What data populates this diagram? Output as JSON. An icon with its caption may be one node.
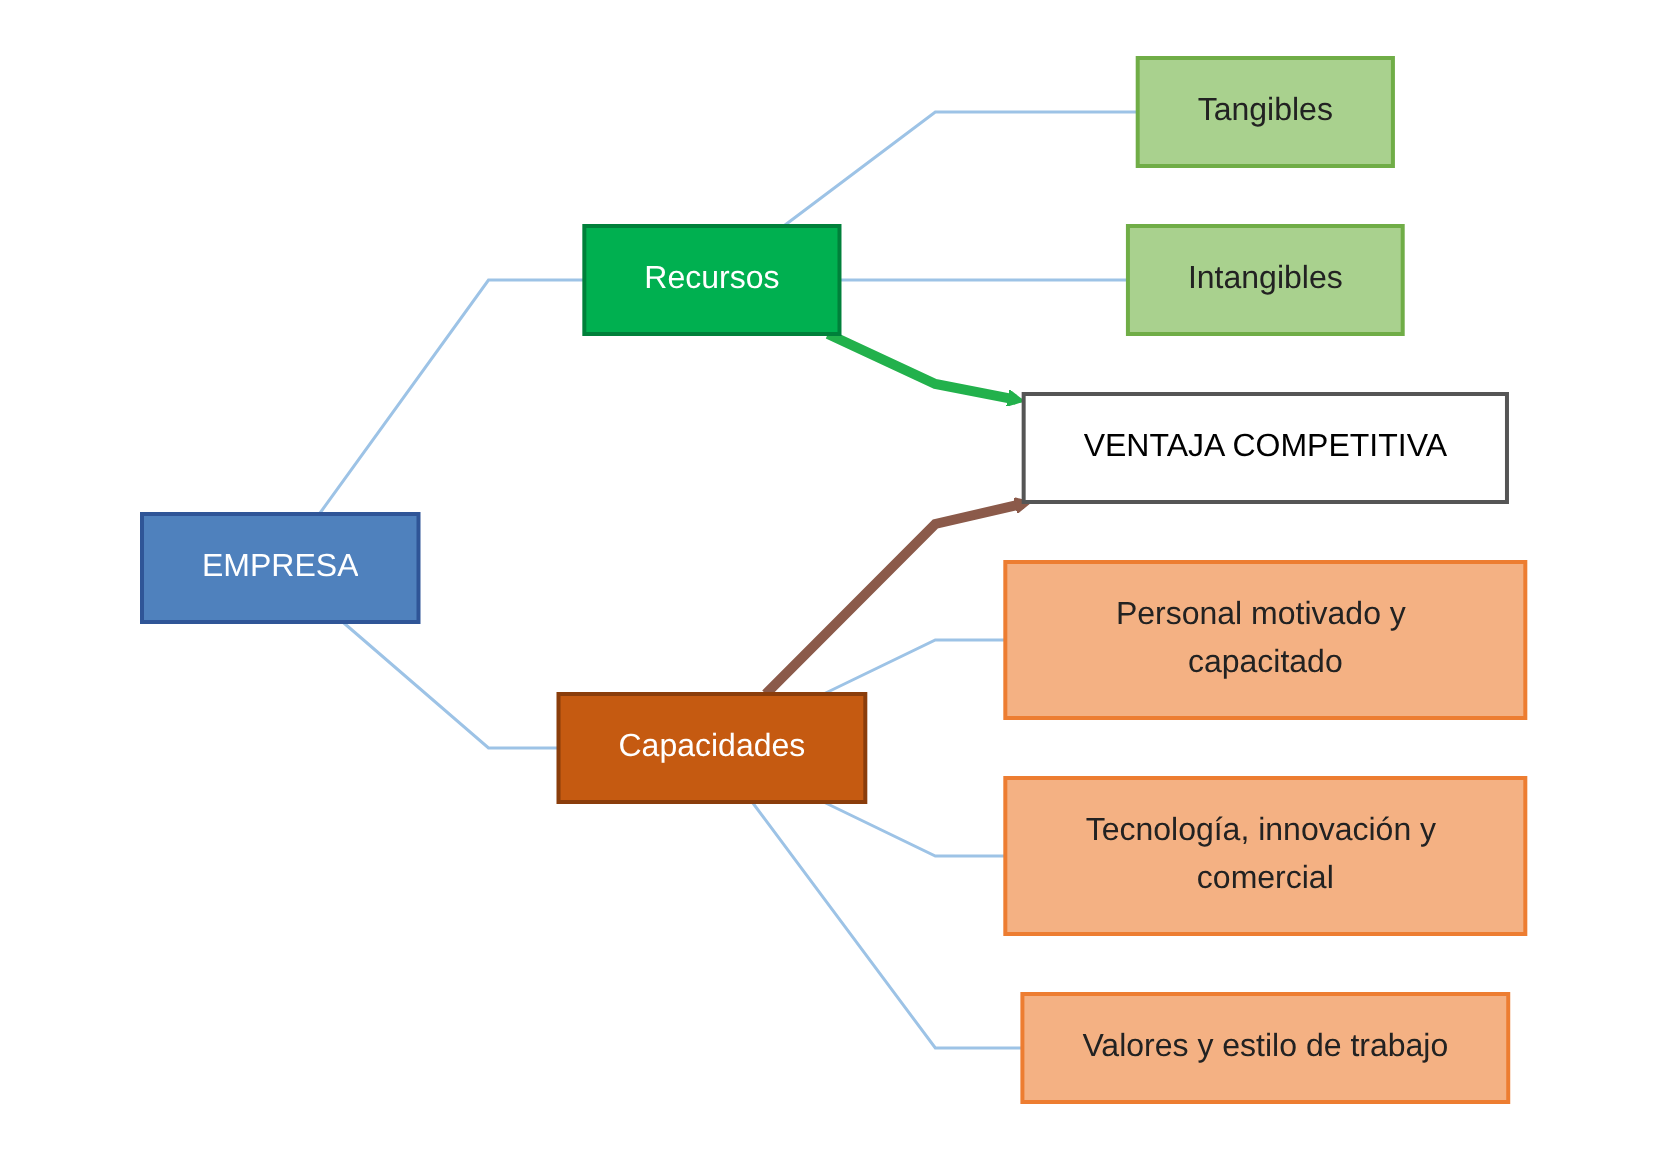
{
  "diagram": {
    "nodes": [
      {
        "text": [
          "EMPRESA"
        ]
      },
      {
        "text": [
          "Recursos"
        ]
      },
      {
        "text": [
          "Capacidades"
        ]
      },
      {
        "text": [
          "VENTAJA COMPETITIVA"
        ]
      },
      {
        "text": [
          "Tangibles"
        ]
      },
      {
        "text": [
          "Intangibles"
        ]
      },
      {
        "text": [
          "Personal motivado y capacitado"
        ]
      },
      {
        "text": [
          "Tecnología, innovación y comercial"
        ]
      },
      {
        "text": [
          "Valores y estilo de trabajo"
        ]
      }
    ],
    "edges": [
      {
        "from": 0,
        "to": 1,
        "arrow": "none"
      },
      {
        "from": 0,
        "to": 2,
        "arrow": "none"
      },
      {
        "from": 1,
        "to": 4,
        "arrow": "none"
      },
      {
        "from": 1,
        "to": 5,
        "arrow": "none"
      },
      {
        "from": 1,
        "to": 3,
        "arrow": "to",
        "style": "thick",
        "color": "#22b14c"
      },
      {
        "from": 2,
        "to": 3,
        "arrow": "to",
        "style": "thick",
        "color": "#8b5a4a"
      },
      {
        "from": 2,
        "to": 6,
        "arrow": "none"
      },
      {
        "from": 2,
        "to": 7,
        "arrow": "none"
      },
      {
        "from": 2,
        "to": 8,
        "arrow": "none"
      }
    ]
  }
}
